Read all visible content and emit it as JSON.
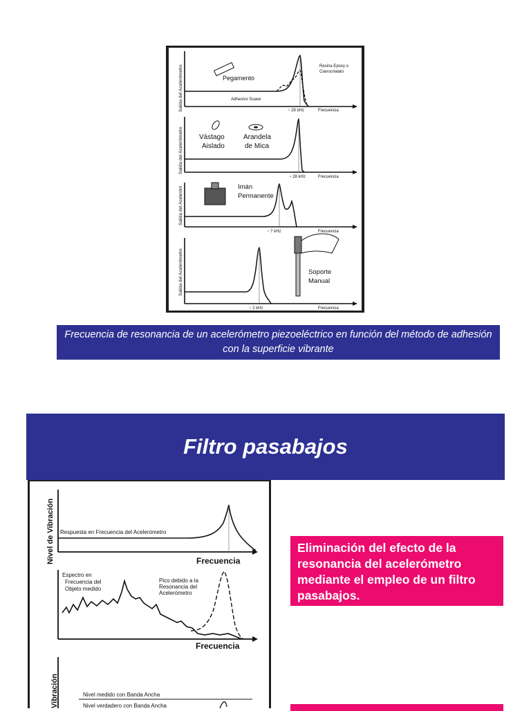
{
  "figure1": {
    "panels": [
      {
        "ylabel": "Salida del Acelerómetro",
        "xlabel": "Frecuencia",
        "freq_marker": "~ 28 kHz",
        "labels": {
          "main": "Pegamento",
          "soft": "Adhesivo Suave",
          "epoxy_1": "Resina Epoxy o",
          "epoxy_2": "Cianocrialato"
        }
      },
      {
        "ylabel": "Salida del Acelerómetro",
        "xlabel": "Frecuencia",
        "freq_marker": "~ 28 kHz",
        "labels": {
          "stud_1": "Vástago",
          "stud_2": "Aislado",
          "mica_1": "Arandela",
          "mica_2": "de Mica"
        }
      },
      {
        "ylabel": "Salida del Aceleróm",
        "xlabel": "Frecuencia",
        "freq_marker": "~ 7 kHz",
        "labels": {
          "magnet_1": "Imán",
          "magnet_2": "Permanente"
        }
      },
      {
        "ylabel": "Salida del Acelerómetro",
        "xlabel": "Frecuencia",
        "freq_marker": "~ 2 kHz",
        "labels": {
          "hand_1": "Soporte",
          "hand_2": "Manual"
        }
      }
    ]
  },
  "caption1": "Frecuencia de resonancia de un acelerómetro piezoeléctrico en función del método de adhesión con la superficie vibrante",
  "section_title": "Filtro pasabajos",
  "figure2": {
    "top": {
      "ylabel": "Nivel de Vibración",
      "curve_label": "Respuesta en Frecuencia del Acelerómetro",
      "xlabel": "Frecuencia"
    },
    "middle": {
      "spectrum_1": "Espectro en",
      "spectrum_2": "Frecuencia del",
      "spectrum_3": "Objeto medido",
      "peak_1": "Pico debido a la",
      "peak_2": "Resonancia del",
      "peak_3": "Acelerómetro",
      "xlabel": "Frecuencia"
    },
    "bottom": {
      "ylabel": "Vibración",
      "wide_band": "Nivel medido con Banda Ancha",
      "true_band": "Nivel verdadero con Banda Ancha"
    }
  },
  "note1": "Eliminación del efecto de la resonancia del acelerómetro mediante el empleo de un filtro pasabajos.",
  "colors": {
    "accent_blue": "#2e3192",
    "accent_pink": "#ec0b6e",
    "figure_border": "#1d1d1d"
  }
}
